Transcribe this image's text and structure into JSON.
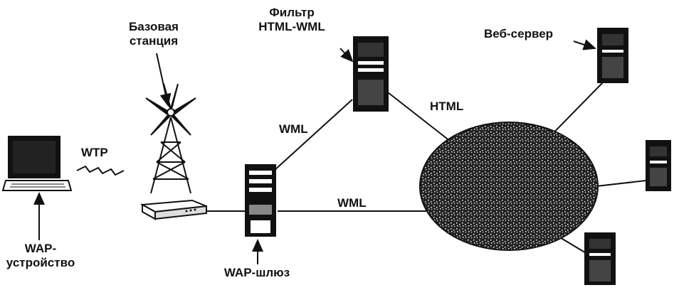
{
  "labels": {
    "base_station_line1": "Базовая",
    "base_station_line2": "станция",
    "filter_line1": "Фильтр",
    "filter_line2": "HTML-WML",
    "web_server": "Веб-сервер",
    "wtp": "WTP",
    "wml_upper": "WML",
    "wml_lower": "WML",
    "html": "HTML",
    "wap_device_line1": "WAP-",
    "wap_device_line2": "устройство",
    "wap_gateway": "WAP-шлюз"
  },
  "colors": {
    "ink": "#111111",
    "background": "#ffffff"
  },
  "icons": {
    "device": "laptop-icon",
    "tower": "radio-tower-icon",
    "base_unit": "base-station-box-icon",
    "gateway": "server-tower-icon",
    "filter": "server-tower-icon",
    "servers": "server-tower-icon",
    "network": "internet-cloud-icon"
  }
}
